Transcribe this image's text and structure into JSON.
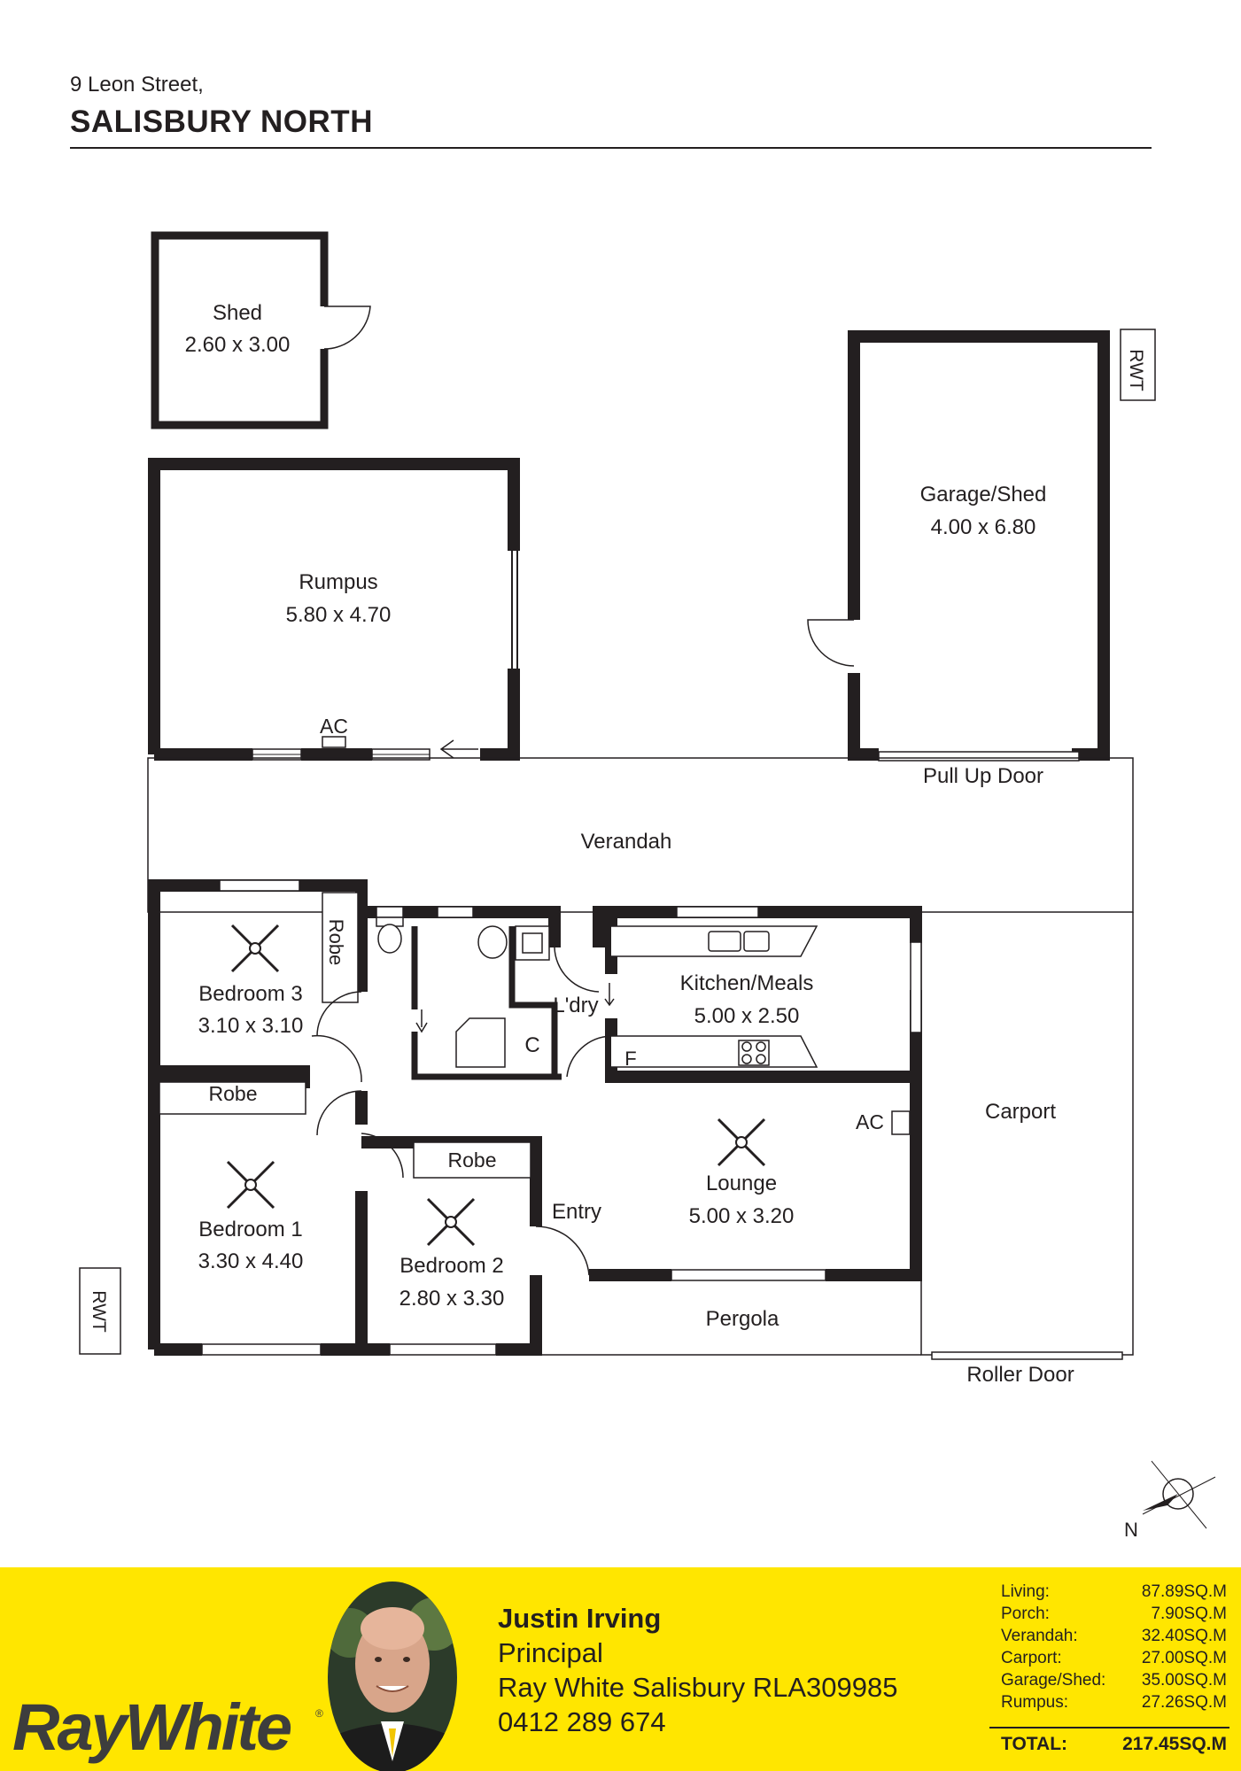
{
  "header": {
    "street": "9 Leon Street,",
    "suburb": "SALISBURY NORTH"
  },
  "rooms": {
    "shed": {
      "name": "Shed",
      "dims": "2.60 x 3.00"
    },
    "rumpus": {
      "name": "Rumpus",
      "dims": "5.80 x 4.70"
    },
    "garage": {
      "name": "Garage/Shed",
      "dims": "4.00 x 6.80"
    },
    "verandah": {
      "name": "Verandah"
    },
    "bedroom3": {
      "name": "Bedroom 3",
      "dims": "3.10 x 3.10"
    },
    "bedroom1": {
      "name": "Bedroom 1",
      "dims": "3.30 x 4.40"
    },
    "bedroom2": {
      "name": "Bedroom 2",
      "dims": "2.80 x 3.30"
    },
    "kitchen": {
      "name": "Kitchen/Meals",
      "dims": "5.00 x 2.50"
    },
    "lounge": {
      "name": "Lounge",
      "dims": "5.00 x 3.20"
    },
    "carport": {
      "name": "Carport"
    },
    "pergola": {
      "name": "Pergola"
    }
  },
  "labels": {
    "ac": "AC",
    "rwt": "RWT",
    "robe": "Robe",
    "laundry": "L'dry",
    "cupboard": "C",
    "fridge": "F",
    "entry": "Entry",
    "pull_up_door": "Pull Up Door",
    "roller_door": "Roller Door",
    "north": "N"
  },
  "agent": {
    "name": "Justin Irving",
    "title": "Principal",
    "office": "Ray White Salisbury RLA309985",
    "phone": "0412 289 674"
  },
  "brand": {
    "logo_text": "RayWhite",
    "color": "#ffe600"
  },
  "areas": [
    {
      "label": "Living:",
      "value": "87.89SQ.M"
    },
    {
      "label": "Porch:",
      "value": "7.90SQ.M"
    },
    {
      "label": "Verandah:",
      "value": "32.40SQ.M"
    },
    {
      "label": "Carport:",
      "value": "27.00SQ.M"
    },
    {
      "label": "Garage/Shed:",
      "value": "35.00SQ.M"
    },
    {
      "label": "Rumpus:",
      "value": "27.26SQ.M"
    }
  ],
  "total": {
    "label": "TOTAL:",
    "value": "217.45SQ.M"
  }
}
